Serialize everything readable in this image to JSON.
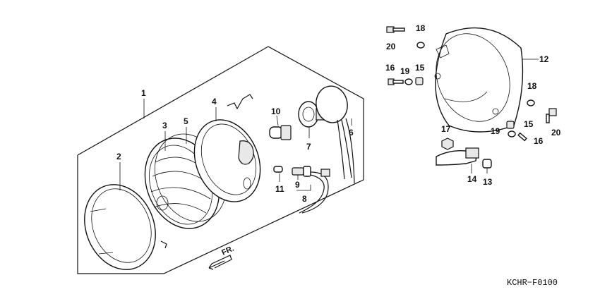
{
  "diagram": {
    "code": "KCHR−F0100",
    "direction_label": "FR.",
    "callouts": {
      "c1": "1",
      "c2": "2",
      "c3": "3",
      "c4": "4",
      "c5": "5",
      "c6": "6",
      "c7": "7",
      "c8": "8",
      "c9": "9",
      "c10": "10",
      "c11": "11",
      "c12": "12",
      "c13": "13",
      "c14": "14",
      "c15a": "15",
      "c15b": "15",
      "c16a": "16",
      "c16b": "16",
      "c17": "17",
      "c18a": "18",
      "c18b": "18",
      "c19a": "19",
      "c19b": "19",
      "c20a": "20",
      "c20b": "20"
    }
  }
}
